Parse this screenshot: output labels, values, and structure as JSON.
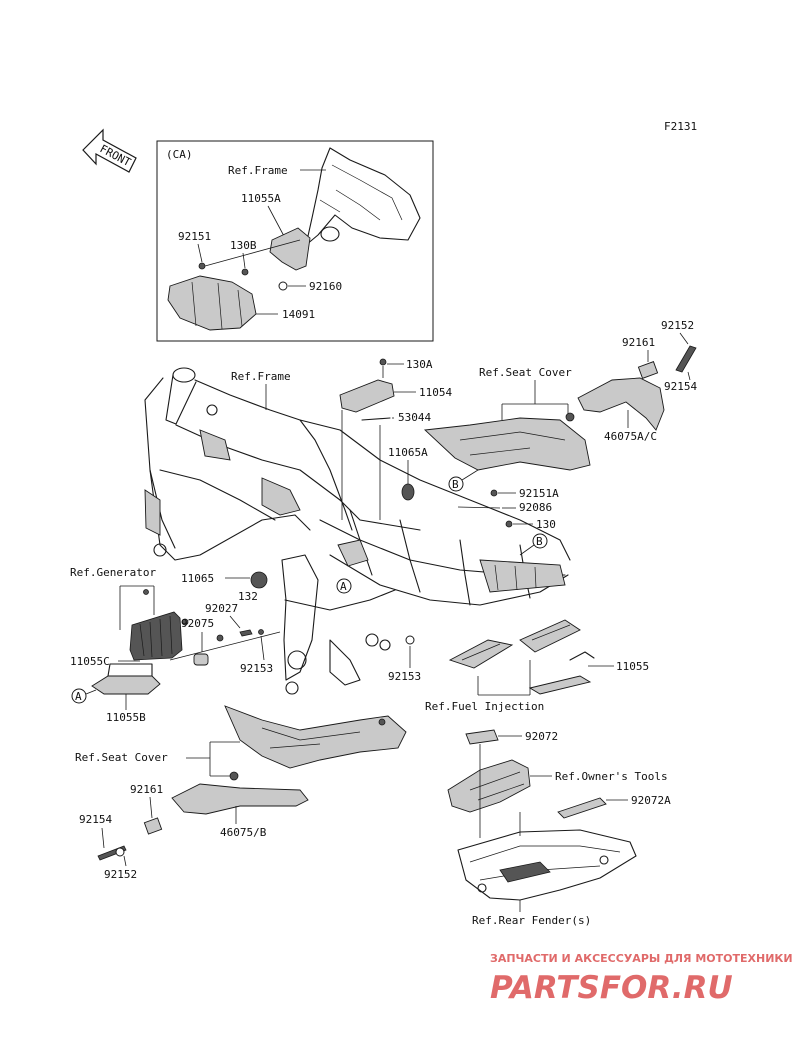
{
  "figure_code": "F2131",
  "front_arrow": {
    "label": "FRONT"
  },
  "ca_inset": {
    "title": "(CA)",
    "ref_frame": "Ref.Frame",
    "parts": [
      "11055A",
      "92151",
      "130B",
      "92160",
      "14091"
    ]
  },
  "main": {
    "ref_frame": "Ref.Frame",
    "ref_seat_cover_top": "Ref.Seat Cover",
    "ref_generator": "Ref.Generator",
    "ref_seat_cover_bottom": "Ref.Seat Cover",
    "ref_fuel_injection": "Ref.Fuel Injection",
    "ref_owners_tools": "Ref.Owner's Tools",
    "ref_rear_fender": "Ref.Rear Fender(s)",
    "parts": {
      "p130A": "130A",
      "p11054": "11054",
      "p53044": "53044",
      "p11065A": "11065A",
      "p92152_top": "92152",
      "p92161_top": "92161",
      "p92154_top": "92154",
      "p46075AC": "46075A/C",
      "p92151A": "92151A",
      "p92086": "92086",
      "p130": "130",
      "p11065": "11065",
      "p132": "132",
      "p92027": "92027",
      "p92075": "92075",
      "p11055C": "11055C",
      "p11055B": "11055B",
      "p92153_left": "92153",
      "p92153_right": "92153",
      "p11055": "11055",
      "p92072": "92072",
      "p92072A": "92072A",
      "p92161_bot": "92161",
      "p46075B": "46075/B",
      "p92154_bot": "92154",
      "p92152_bot": "92152"
    },
    "markers": {
      "A": "A",
      "B": "B"
    }
  },
  "watermark": {
    "tagline": "ЗАПЧАСТИ И АКСЕССУАРЫ ДЛЯ МОТОТЕХНИКИ",
    "brand": "PARTSFOR.RU",
    "color": "#e06a6a"
  }
}
